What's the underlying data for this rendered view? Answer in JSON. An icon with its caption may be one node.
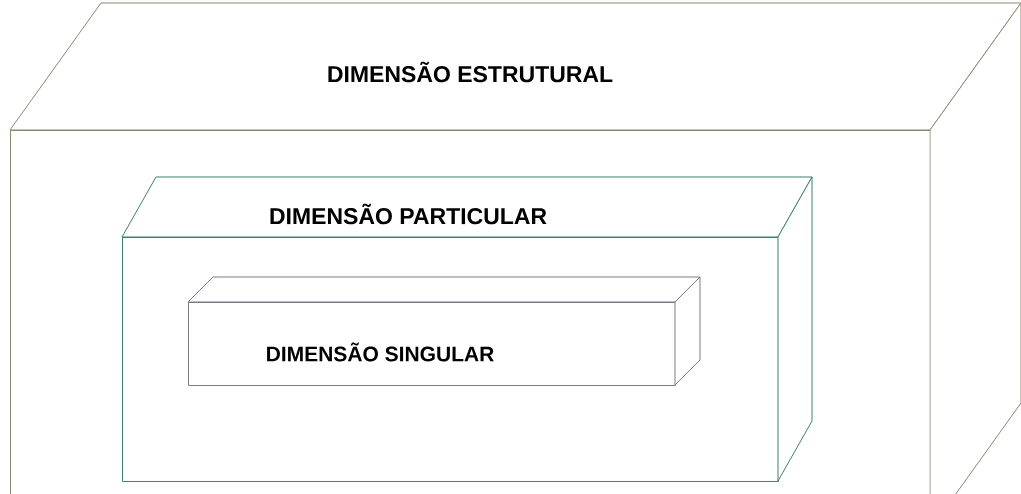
{
  "diagram": {
    "nodes": [
      {
        "text": [
          "DIMENSÃO ESTRUTURAL"
        ]
      },
      {
        "text": [
          "DIMENSÃO PARTICULAR"
        ],
        "in": 0
      },
      {
        "text": [
          "DIMENSÃO SINGULAR"
        ],
        "in": 1
      }
    ]
  }
}
